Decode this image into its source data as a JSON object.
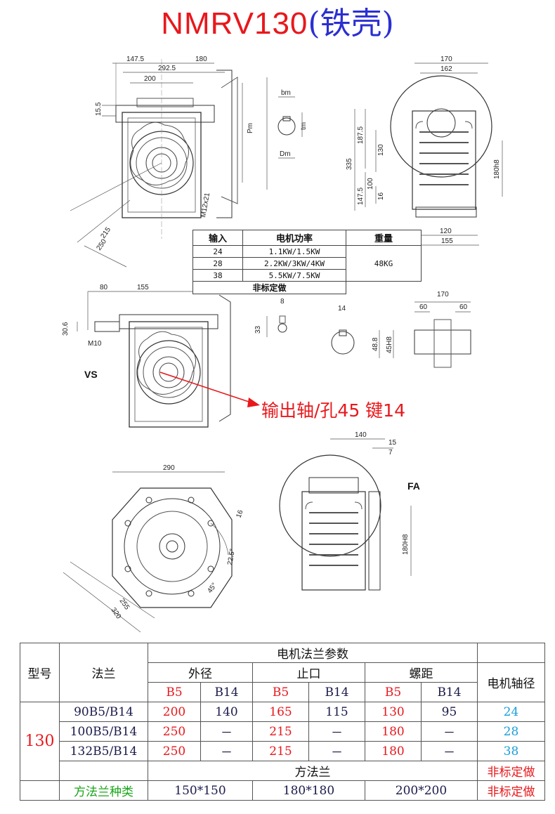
{
  "title": {
    "model": "NMRV130",
    "housing": "(铁壳)"
  },
  "view_labels": {
    "vs": "VS",
    "fa": "FA"
  },
  "annotation": "输出轴/孔45  键14",
  "dims": {
    "d147_5": "147.5",
    "d180": "180",
    "d292_5": "292.5",
    "d200": "200",
    "d15_5": "15.5",
    "bm": "bm",
    "tm": "tm",
    "dm": "Dm",
    "pm": "Pm",
    "m12": "M12x21",
    "d215": "215",
    "d250": "250",
    "d170": "170",
    "d162": "162",
    "d187_5": "187.5",
    "d130": "130",
    "d335": "335",
    "d100": "100",
    "d147_5b": "147.5",
    "d16": "16",
    "d180h8": "180h8",
    "d120": "120",
    "d155": "155",
    "d80": "80",
    "d155b": "155",
    "d30_6": "30.6",
    "m10": "M10",
    "d8": "8",
    "d33": "33",
    "d14": "14",
    "d48_8": "48.8",
    "d45h8": "45H8",
    "d170b": "170",
    "d60a": "60",
    "d60b": "60",
    "d290": "290",
    "d16b": "16",
    "d22_5": "22.5°",
    "d45": "45°",
    "d255": "255",
    "d320": "320",
    "d140": "140",
    "d15": "15",
    "d7": "7",
    "d180h8b": "180H8"
  },
  "motor_table": {
    "headers": [
      "输入",
      "电机功率",
      "重量"
    ],
    "rows": [
      {
        "ratio": "24",
        "power": "1.1KW/1.5KW"
      },
      {
        "ratio": "28",
        "power": "2.2KW/3KW/4KW"
      },
      {
        "ratio": "38",
        "power": "5.5KW/7.5KW"
      }
    ],
    "weight": "48KG",
    "custom": "非标定做"
  },
  "flange_table": {
    "h_model": "型号",
    "h_flange": "法兰",
    "h_params": "电机法兰参数",
    "h_outer": "外径",
    "h_spigot": "止口",
    "h_pitch": "螺距",
    "h_shaft": "电机轴径",
    "sub": [
      "B5",
      "B14",
      "B5",
      "B14",
      "B5",
      "B14"
    ],
    "model": "130",
    "rows": [
      {
        "flange": "90B5/B14",
        "vals": [
          "200",
          "140",
          "165",
          "115",
          "130",
          "95"
        ],
        "shaft": "24"
      },
      {
        "flange": "100B5/B14",
        "vals": [
          "250",
          "－",
          "215",
          "－",
          "180",
          "－"
        ],
        "shaft": "28"
      },
      {
        "flange": "132B5/B14",
        "vals": [
          "250",
          "－",
          "215",
          "－",
          "180",
          "－"
        ],
        "shaft": "38"
      }
    ],
    "square_flange": "方法兰",
    "square_types_label": "方法兰种类",
    "square_types": [
      "150*150",
      "180*180",
      "200*200"
    ],
    "custom_1": "非标定做",
    "custom_2": "非标定做"
  },
  "colors": {
    "red": "#e8181c",
    "blue": "#2b2fd1",
    "cyan": "#1a9ed8",
    "green": "#1aa51a"
  }
}
